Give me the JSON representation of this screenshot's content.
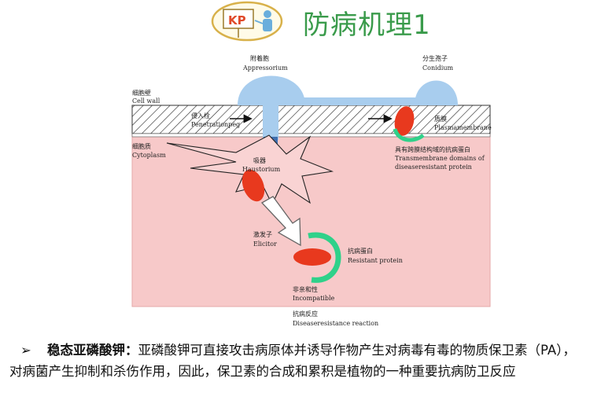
{
  "header": {
    "logo_text": "KP",
    "title": "防病机理1"
  },
  "diagram": {
    "labels": {
      "appressorium_cn": "附着胞",
      "appressorium_en": "Appressorium",
      "conidium_cn": "分生孢子",
      "conidium_en": "Conidium",
      "cell_wall_cn": "细胞壁",
      "cell_wall_en": "Cell wall",
      "penetration_cn": "侵入栓",
      "penetration_en": "Penetrationpeg",
      "plasma_cn": "质膜",
      "plasma_en": "Plasmamembrane",
      "cytoplasm_cn": "细胞质",
      "cytoplasm_en": "Cytoplasm",
      "haustorium_cn": "吸器",
      "haustorium_en": "Haustorium",
      "transmembrane_cn": "具有跨膜结构域的抗病蛋白",
      "transmembrane_en1": "Transmembrane domains of",
      "transmembrane_en2": "diseaseresistant protein",
      "elicitor_cn": "激发子",
      "elicitor_en": "Elicitor",
      "resistant_cn": "抗病蛋白",
      "resistant_en": "Resistant protein",
      "incompatible_cn": "非亲和性",
      "incompatible_en": "Incompatible",
      "reaction_cn": "抗病反应",
      "reaction_en": "Diseaseresistance reaction"
    },
    "colors": {
      "cytoplasm": "#f7c9c9",
      "fungus": "#a8cdee",
      "protein": "#e8391e",
      "resistant_protein": "#2fd18a"
    }
  },
  "body_text": {
    "bullet": "➢",
    "term": "稳态亚磷酸钾：",
    "content": "亚磷酸钾可直接攻击病原体并诱导作物产生对病毒有毒的物质保卫素（PA），对病菌产生抑制和杀伤作用，因此，保卫素的合成和累积是植物的一种重要抗病防卫反应"
  }
}
